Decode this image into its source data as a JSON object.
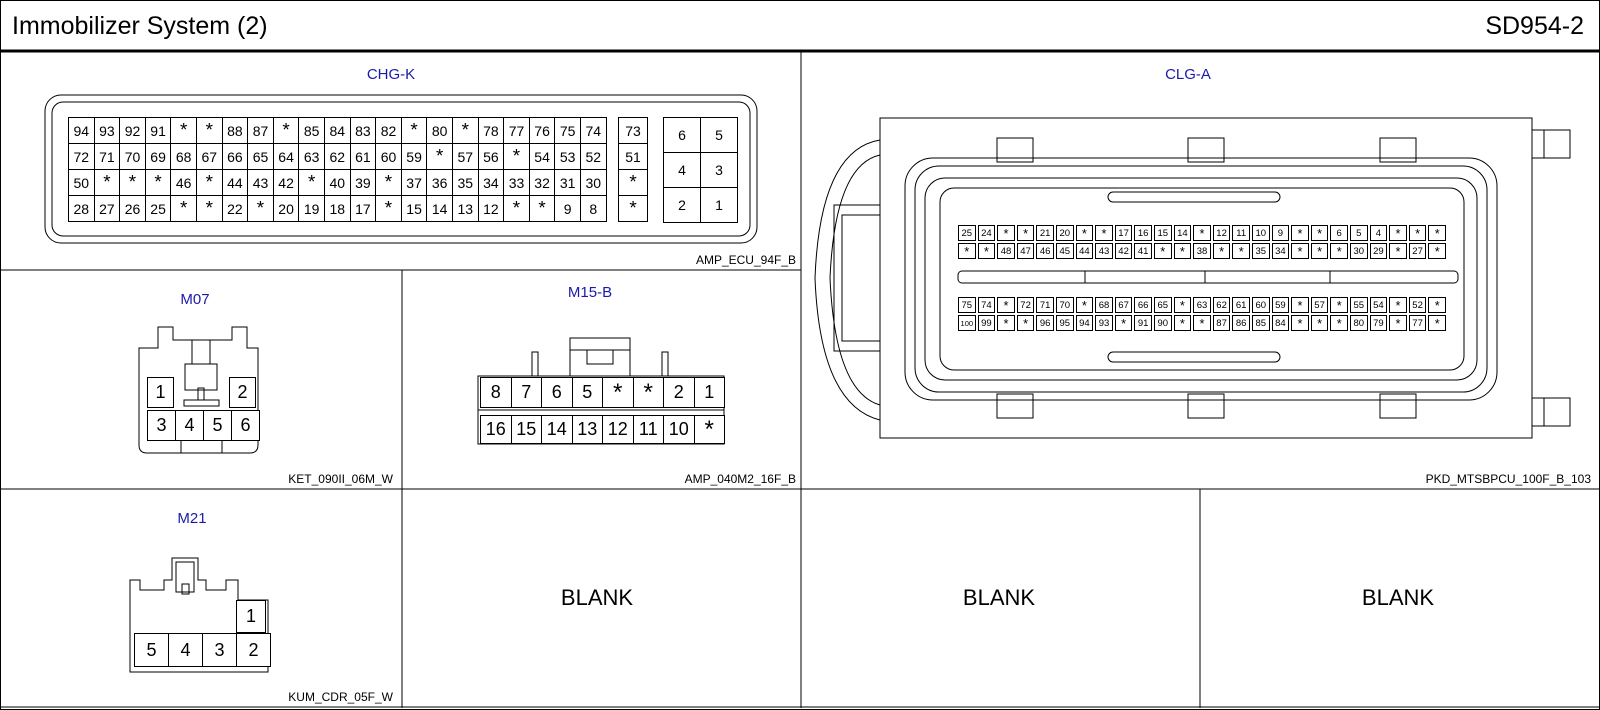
{
  "header": {
    "title": "Immobilizer System (2)",
    "code": "SD954-2"
  },
  "blank_label": "BLANK",
  "connectors": {
    "chg_k": {
      "name": "CHG-K",
      "part": "AMP_ECU_94F_B",
      "main_rows": [
        [
          "94",
          "93",
          "92",
          "91",
          "*",
          "*",
          "88",
          "87",
          "*",
          "85",
          "84",
          "83",
          "82",
          "*",
          "80",
          "*",
          "78",
          "77",
          "76",
          "75",
          "74"
        ],
        [
          "72",
          "71",
          "70",
          "69",
          "68",
          "67",
          "66",
          "65",
          "64",
          "63",
          "62",
          "61",
          "60",
          "59",
          "*",
          "57",
          "56",
          "*",
          "54",
          "53",
          "52"
        ],
        [
          "50",
          "*",
          "*",
          "*",
          "46",
          "*",
          "44",
          "43",
          "42",
          "*",
          "40",
          "39",
          "*",
          "37",
          "36",
          "35",
          "34",
          "33",
          "32",
          "31",
          "30"
        ],
        [
          "28",
          "27",
          "26",
          "25",
          "*",
          "*",
          "22",
          "*",
          "20",
          "19",
          "18",
          "17",
          "*",
          "15",
          "14",
          "13",
          "12",
          "*",
          "*",
          "9",
          "8"
        ]
      ],
      "side_col": [
        "73",
        "51",
        "*",
        "*"
      ],
      "power_grid": [
        [
          "6",
          "5"
        ],
        [
          "4",
          "3"
        ],
        [
          "2",
          "1"
        ]
      ]
    },
    "clg_a": {
      "name": "CLG-A",
      "part": "PKD_MTSBPCU_100F_B_103",
      "rows": [
        [
          "25",
          "24",
          "*",
          "*",
          "21",
          "20",
          "*",
          "*",
          "17",
          "16",
          "15",
          "14",
          "*",
          "12",
          "11",
          "10",
          "9",
          "*",
          "*",
          "6",
          "5",
          "4",
          "*",
          "*",
          "*"
        ],
        [
          "*",
          "*",
          "48",
          "47",
          "46",
          "45",
          "44",
          "43",
          "42",
          "41",
          "*",
          "*",
          "38",
          "*",
          "*",
          "35",
          "34",
          "*",
          "*",
          "*",
          "30",
          "29",
          "*",
          "27",
          "*"
        ],
        [
          "75",
          "74",
          "*",
          "72",
          "71",
          "70",
          "*",
          "68",
          "67",
          "66",
          "65",
          "*",
          "63",
          "62",
          "61",
          "60",
          "59",
          "*",
          "57",
          "*",
          "55",
          "54",
          "*",
          "52",
          "*"
        ],
        [
          "100",
          "99",
          "*",
          "*",
          "96",
          "95",
          "94",
          "93",
          "*",
          "91",
          "90",
          "*",
          "*",
          "87",
          "86",
          "85",
          "84",
          "*",
          "*",
          "*",
          "80",
          "79",
          "*",
          "77",
          "*"
        ]
      ]
    },
    "m07": {
      "name": "M07",
      "part": "KET_090II_06M_W",
      "top": [
        "1",
        "2"
      ],
      "bottom": [
        "3",
        "4",
        "5",
        "6"
      ]
    },
    "m15b": {
      "name": "M15-B",
      "part": "AMP_040M2_16F_B",
      "rows": [
        [
          "8",
          "7",
          "6",
          "5",
          "*",
          "*",
          "2",
          "1"
        ],
        [
          "16",
          "15",
          "14",
          "13",
          "12",
          "11",
          "10",
          "*"
        ]
      ]
    },
    "m21": {
      "name": "M21",
      "part": "KUM_CDR_05F_W",
      "top": [
        "1"
      ],
      "bottom": [
        "5",
        "4",
        "3",
        "2"
      ]
    }
  }
}
